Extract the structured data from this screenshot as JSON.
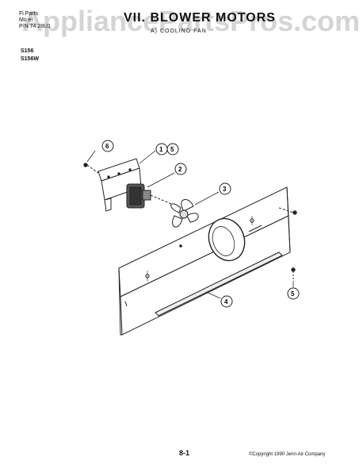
{
  "header": {
    "line1": "Fi  Parts",
    "line2": "Mo  el",
    "line3": "P/N 74  28U1"
  },
  "title": "VII. BLOWER MOTORS",
  "subtitle": "A) COOLING FAN",
  "models": [
    "S156",
    "S156W"
  ],
  "watermark": "AppliancePartsPros.com",
  "callouts": {
    "c6": "6",
    "c1": "1",
    "c5a": "5",
    "c2": "2",
    "c3": "3",
    "c4": "4",
    "c5b": "5"
  },
  "footer": {
    "page": "8-1",
    "copyright": "©Copyright 1990 Jenn-Air Company"
  }
}
